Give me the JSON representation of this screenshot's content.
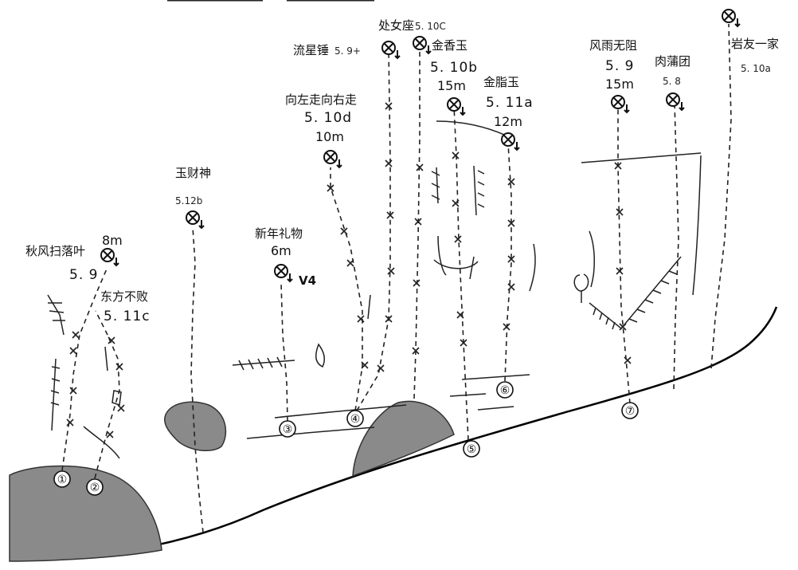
{
  "routes": [
    {
      "id": "qiufeng",
      "name": "秋风扫落叶",
      "grade": "5. 9",
      "length": "8m"
    },
    {
      "id": "dongfang",
      "name": "东方不败",
      "grade": "5. 11c"
    },
    {
      "id": "yucaishen",
      "name": "玉财神",
      "grade": "5.12b"
    },
    {
      "id": "xinnian",
      "name": "新年礼物",
      "length": "6m",
      "badge": "V4"
    },
    {
      "id": "xiangzuo",
      "name": "向左走向右走",
      "grade": "5. 10d",
      "length": "10m"
    },
    {
      "id": "liuxing",
      "name": "流星锤",
      "grade": "5. 9+"
    },
    {
      "id": "chunv",
      "name": "处女座",
      "grade": "5. 10C"
    },
    {
      "id": "jinxiang",
      "name": "金香玉",
      "grade": "5. 10b",
      "length": "15m"
    },
    {
      "id": "jinzhi",
      "name": "金脂玉",
      "grade": "5. 11a",
      "length": "12m"
    },
    {
      "id": "fengyu",
      "name": "风雨无阻",
      "grade": "5. 9",
      "length": "15m"
    },
    {
      "id": "roupu",
      "name": "肉蒲团",
      "grade": "5. 8"
    },
    {
      "id": "yanyou",
      "name": "岩友一家",
      "grade": "5. 10a"
    }
  ],
  "sectors": [
    "①",
    "②",
    "③",
    "④",
    "⑤",
    "⑥",
    "⑦"
  ],
  "colors": {
    "ink": "#111111",
    "boulder": "#8a8a8a",
    "background": "#ffffff"
  }
}
